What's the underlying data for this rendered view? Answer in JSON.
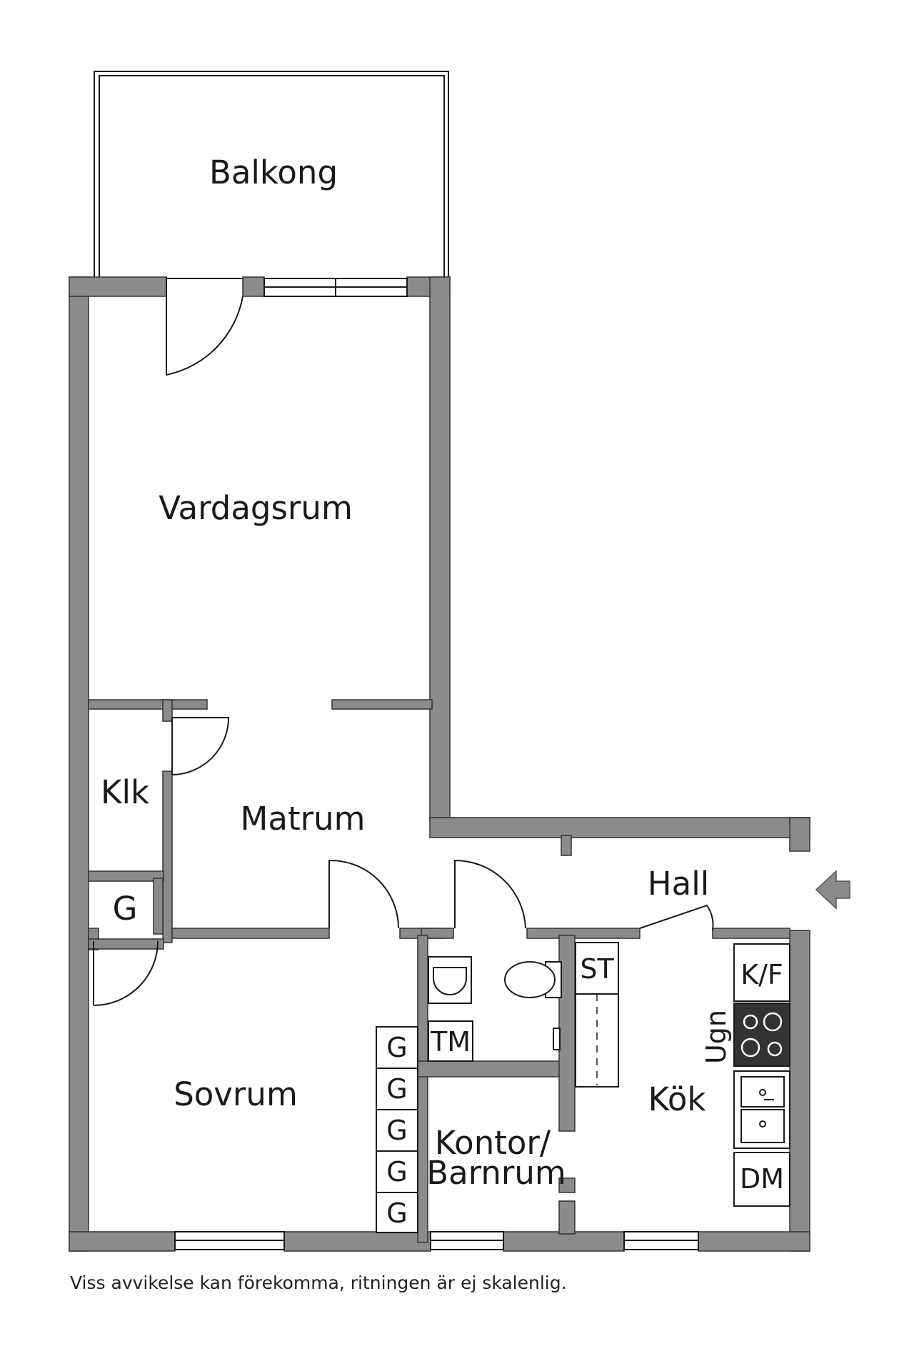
{
  "rooms": {
    "balkong": "Balkong",
    "vardagsrum": "Vardagsrum",
    "klk": "Klk",
    "matrum": "Matrum",
    "g_closet": "G",
    "hall": "Hall",
    "sovrum": "Sovrum",
    "kontor_line1": "Kontor/",
    "kontor_line2": "Barnrum",
    "kok": "Kök"
  },
  "fixtures": {
    "st": "ST",
    "tm": "TM",
    "kf": "K/F",
    "ugn": "Ugn",
    "dm": "DM",
    "wardrobe": [
      "G",
      "G",
      "G",
      "G",
      "G"
    ]
  },
  "entrance_icon": "entrance-arrow-icon",
  "colors": {
    "wall": "#8a8b8b",
    "line": "#1a1a1a",
    "stove": "#333333"
  },
  "disclaimer": "Viss avvikelse kan förekomma, ritningen är ej skalenlig."
}
